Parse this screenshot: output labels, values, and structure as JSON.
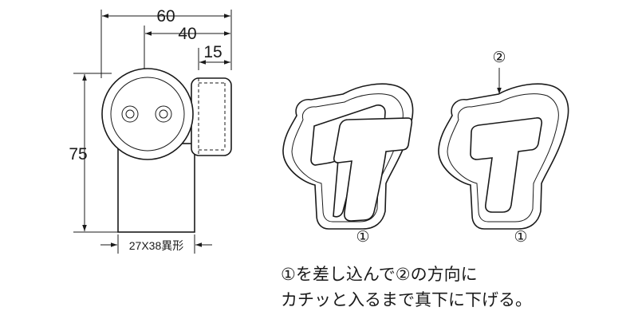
{
  "dimensions": {
    "width_total": "60",
    "width_inner": "40",
    "width_side": "15",
    "height": "75",
    "section": "27X38異形"
  },
  "figure_labels": {
    "step1_left": "①",
    "step1_right": "①",
    "step2": "②"
  },
  "instructions": {
    "line1": "①を差し込んで②の方向に",
    "line2": "カチッと入るまで真下に下げる。"
  }
}
